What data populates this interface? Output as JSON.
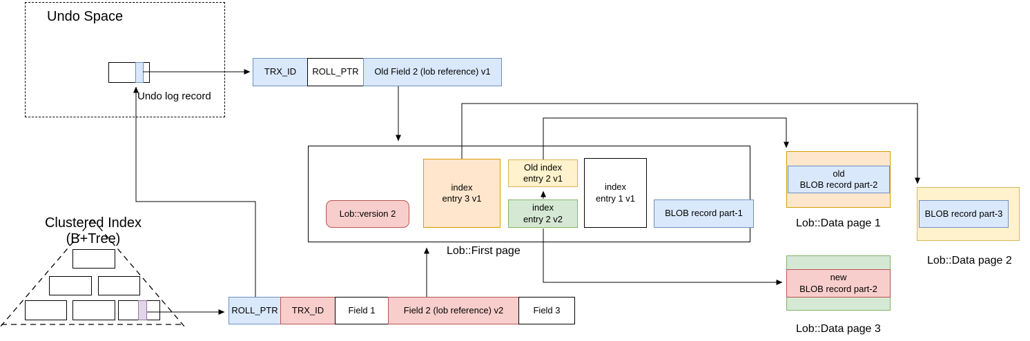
{
  "undo_space": {
    "title": "Undo Space",
    "record_label": "Undo log record"
  },
  "undo_row": {
    "cells": [
      {
        "label": "TRX_ID",
        "style": "blue"
      },
      {
        "label": "ROLL_PTR",
        "style": "white"
      },
      {
        "label": "Old Field 2 (lob reference) v1",
        "style": "blue"
      }
    ]
  },
  "first_page": {
    "label": "Lob::First page",
    "version_label": "Lob::version 2",
    "index_entry_3": "index\nentry 3 v1",
    "old_index_entry_2": "Old index\nentry 2 v1",
    "index_entry_2": "index\nentry 2 v2",
    "index_entry_1": "index\nentry 1 v1",
    "blob_part_1": "BLOB record part-1"
  },
  "data_page_1": {
    "label": "Lob::Data page 1",
    "record": "old\nBLOB record part-2"
  },
  "data_page_2": {
    "label": "Lob::Data page 2",
    "record": "BLOB record part-3"
  },
  "data_page_3": {
    "label": "Lob::Data page 3",
    "record": "new\nBLOB record part-2"
  },
  "clustered_index": {
    "title": "Clustered Index\n(B+Tree)"
  },
  "row": {
    "cells": [
      {
        "label": "ROLL_PTR",
        "style": "blue"
      },
      {
        "label": "TRX_ID",
        "style": "pink"
      },
      {
        "label": "Field 1",
        "style": "white"
      },
      {
        "label": "Field 2 (lob reference) v2",
        "style": "pink"
      },
      {
        "label": "Field 3",
        "style": "white"
      }
    ]
  },
  "colors": {
    "blue_fill": "#dae8fc",
    "blue_stroke": "#6c8ebf",
    "pink_fill": "#f8cecc",
    "pink_stroke": "#b85450",
    "orange_fill": "#ffe6cc",
    "orange_stroke": "#d79b00",
    "yellow_fill": "#fff2cc",
    "yellow_stroke": "#d6b656",
    "green_fill": "#d5e8d4",
    "green_stroke": "#82b366",
    "purple_fill": "#e1d5e7",
    "purple_stroke": "#9673a6",
    "line": "#000000"
  }
}
